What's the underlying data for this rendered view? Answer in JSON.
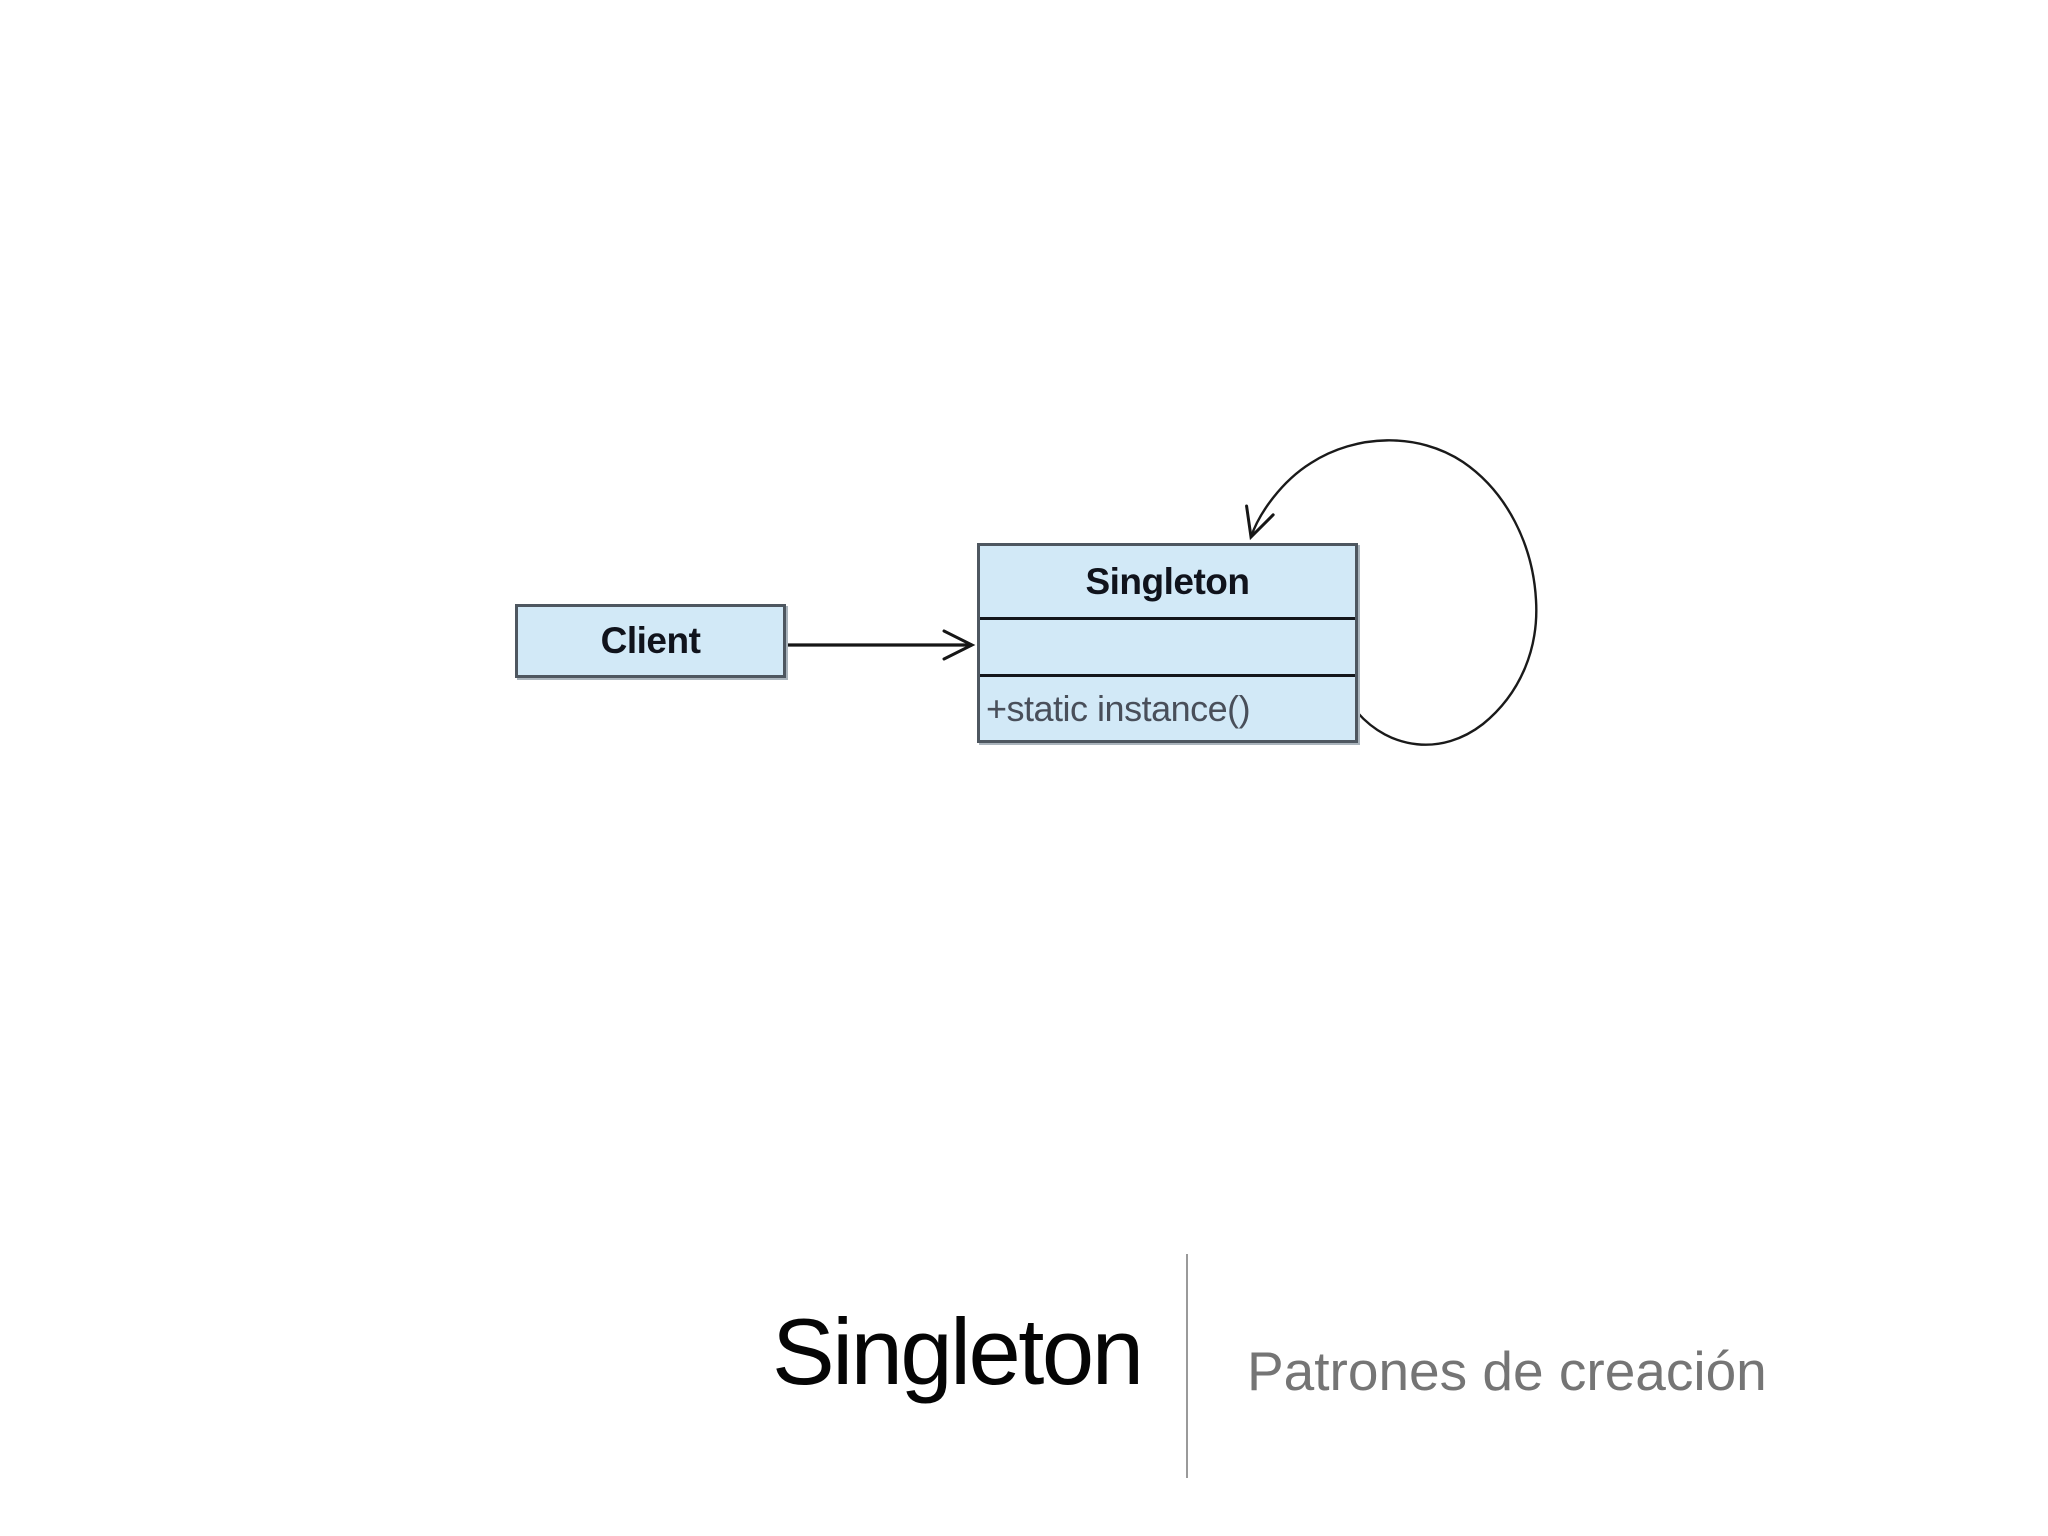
{
  "slide": {
    "background_color": "#ffffff"
  },
  "diagram": {
    "client_class": {
      "name": "Client"
    },
    "singleton_class": {
      "name": "Singleton",
      "attributes": "",
      "operations": "+static instance()"
    },
    "relationships": [
      {
        "type": "association",
        "from": "Client",
        "to": "Singleton",
        "arrowhead": "open"
      },
      {
        "type": "self-association",
        "from": "Singleton",
        "to": "Singleton",
        "arrowhead": "open"
      }
    ],
    "box_fill_color": "#d2e9f7",
    "box_border_color": "#4e5760",
    "line_color": "#1a1a1a"
  },
  "footer": {
    "title": "Singleton",
    "subtitle": "Patrones de creación",
    "title_color": "#050505",
    "subtitle_color": "#757575",
    "divider_color": "#9a9a9a"
  }
}
